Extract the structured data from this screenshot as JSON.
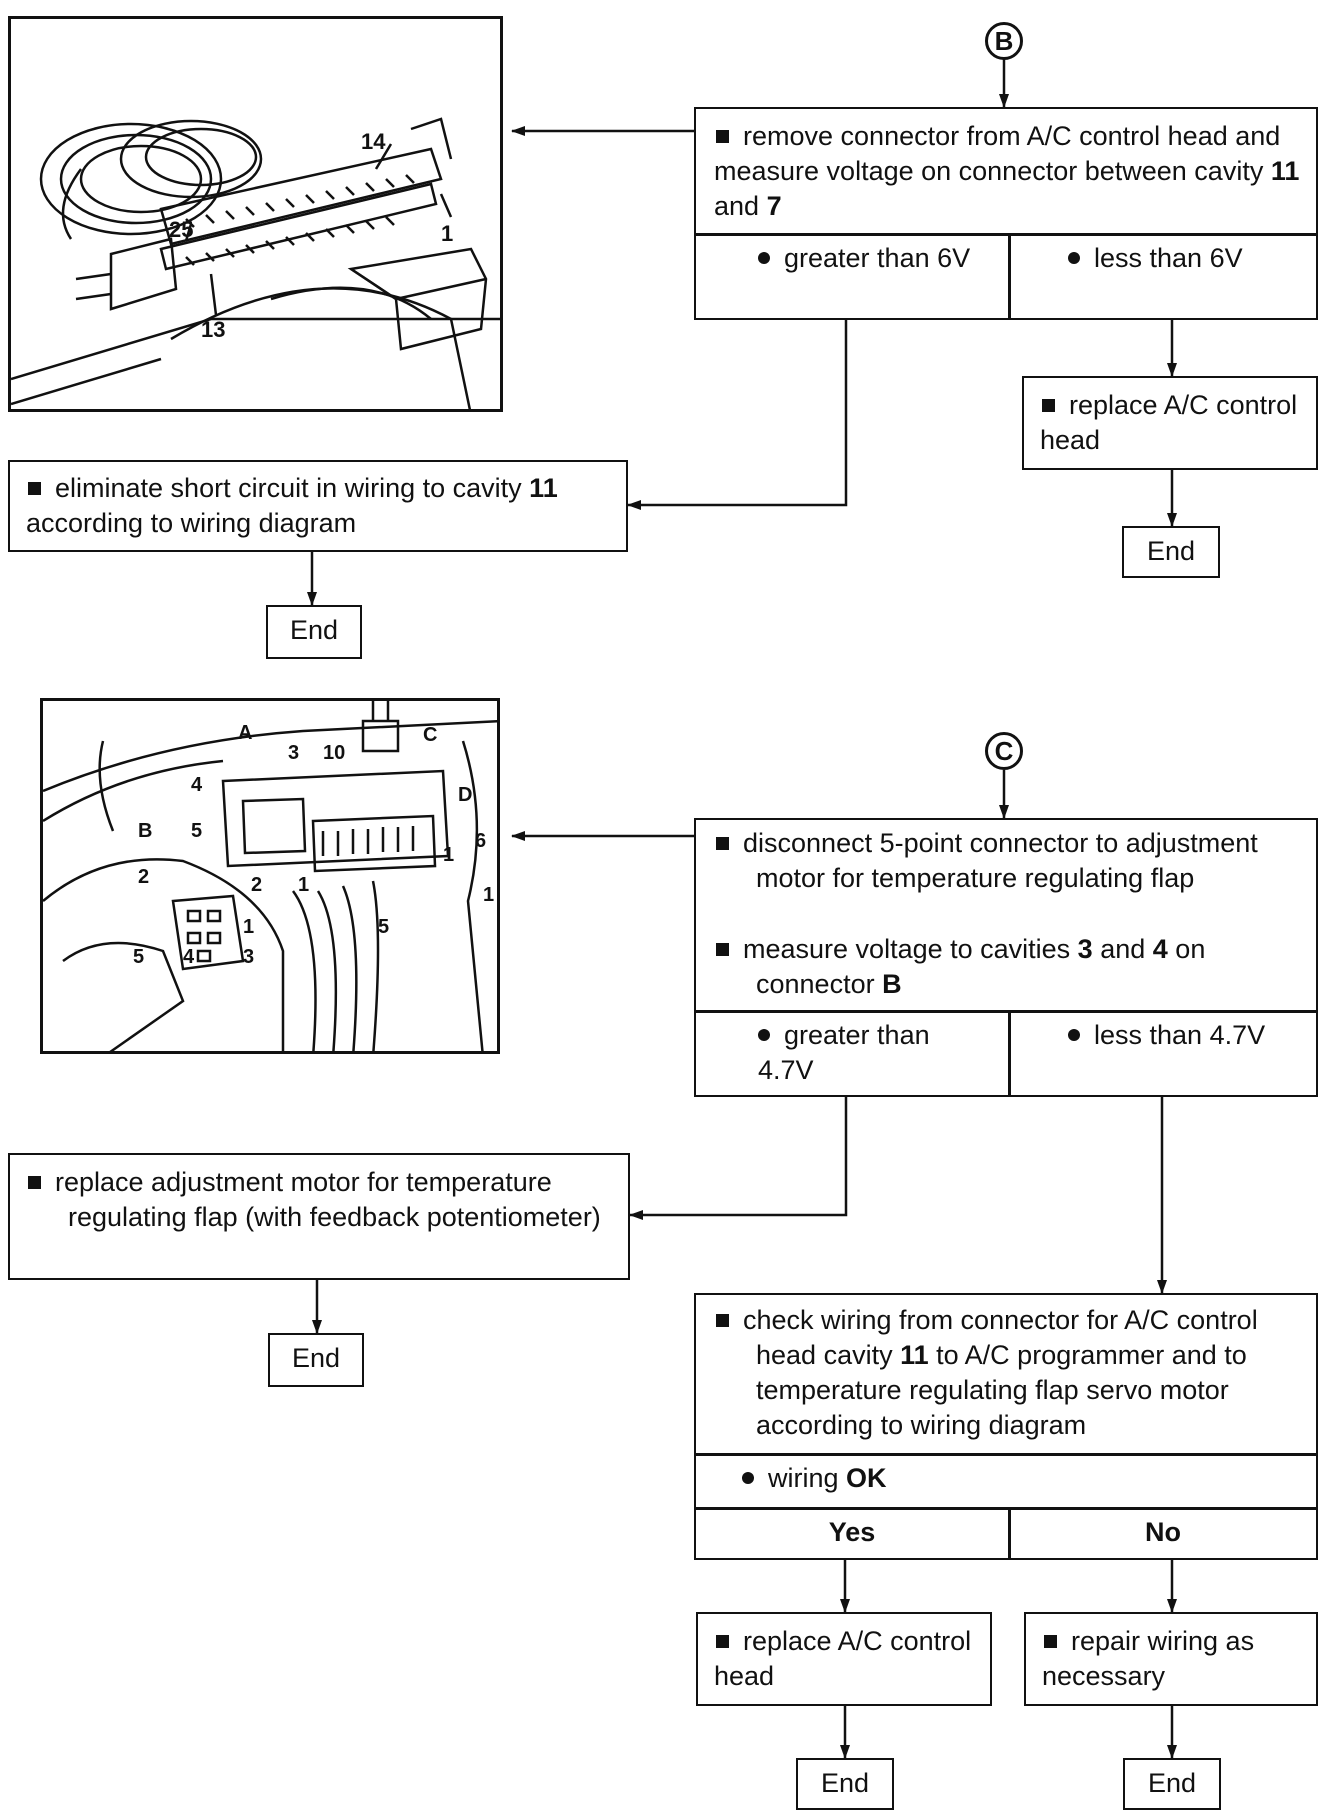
{
  "section_b": {
    "marker": "B",
    "step": {
      "p1": "remove connector from A/C control head and measure voltage on connector between cavity ",
      "c1": "11",
      "p2": " and ",
      "c2": "7"
    },
    "branch_left": "greater than 6V",
    "branch_right": "less than 6V",
    "right_action": "replace A/C control head",
    "left_action": {
      "p1": "eliminate short circuit in wiring to cavity ",
      "c1": "11",
      "p2": " according to wiring diagram"
    },
    "end_label": "End",
    "photo_labels": [
      "14",
      "25",
      "1",
      "13"
    ]
  },
  "section_c": {
    "marker": "C",
    "step1": "disconnect 5-point connector to adjustment motor for temperature regulating flap",
    "step2": {
      "p1": "measure voltage to cavities ",
      "c1": "3",
      "p2": " and ",
      "c2": "4",
      "p3": " on connector ",
      "c3": "B"
    },
    "branch_left": "greater than 4.7V",
    "branch_right": "less than 4.7V",
    "left_action": "replace adjustment motor for temperature regulating flap (with feedback potentiometer)",
    "check": {
      "p1": "check wiring from connector for A/C control head cavity ",
      "c1": "11",
      "p2": " to A/C programmer and to temperature regulating flap servo motor according to wiring diagram"
    },
    "question": {
      "p1": "wiring ",
      "c1": "OK"
    },
    "yes": "Yes",
    "no": "No",
    "yes_action": "replace A/C control head",
    "no_action": "repair wiring as necessary",
    "end_label": "End",
    "photo_labels": [
      "A",
      "3",
      "10",
      "C",
      "4",
      "D",
      "B",
      "5",
      "6",
      "2",
      "1",
      "2",
      "1",
      "5",
      "4",
      "3",
      "5",
      "1",
      "1"
    ]
  },
  "colors": {
    "ink": "#111111",
    "paper": "#ffffff"
  }
}
